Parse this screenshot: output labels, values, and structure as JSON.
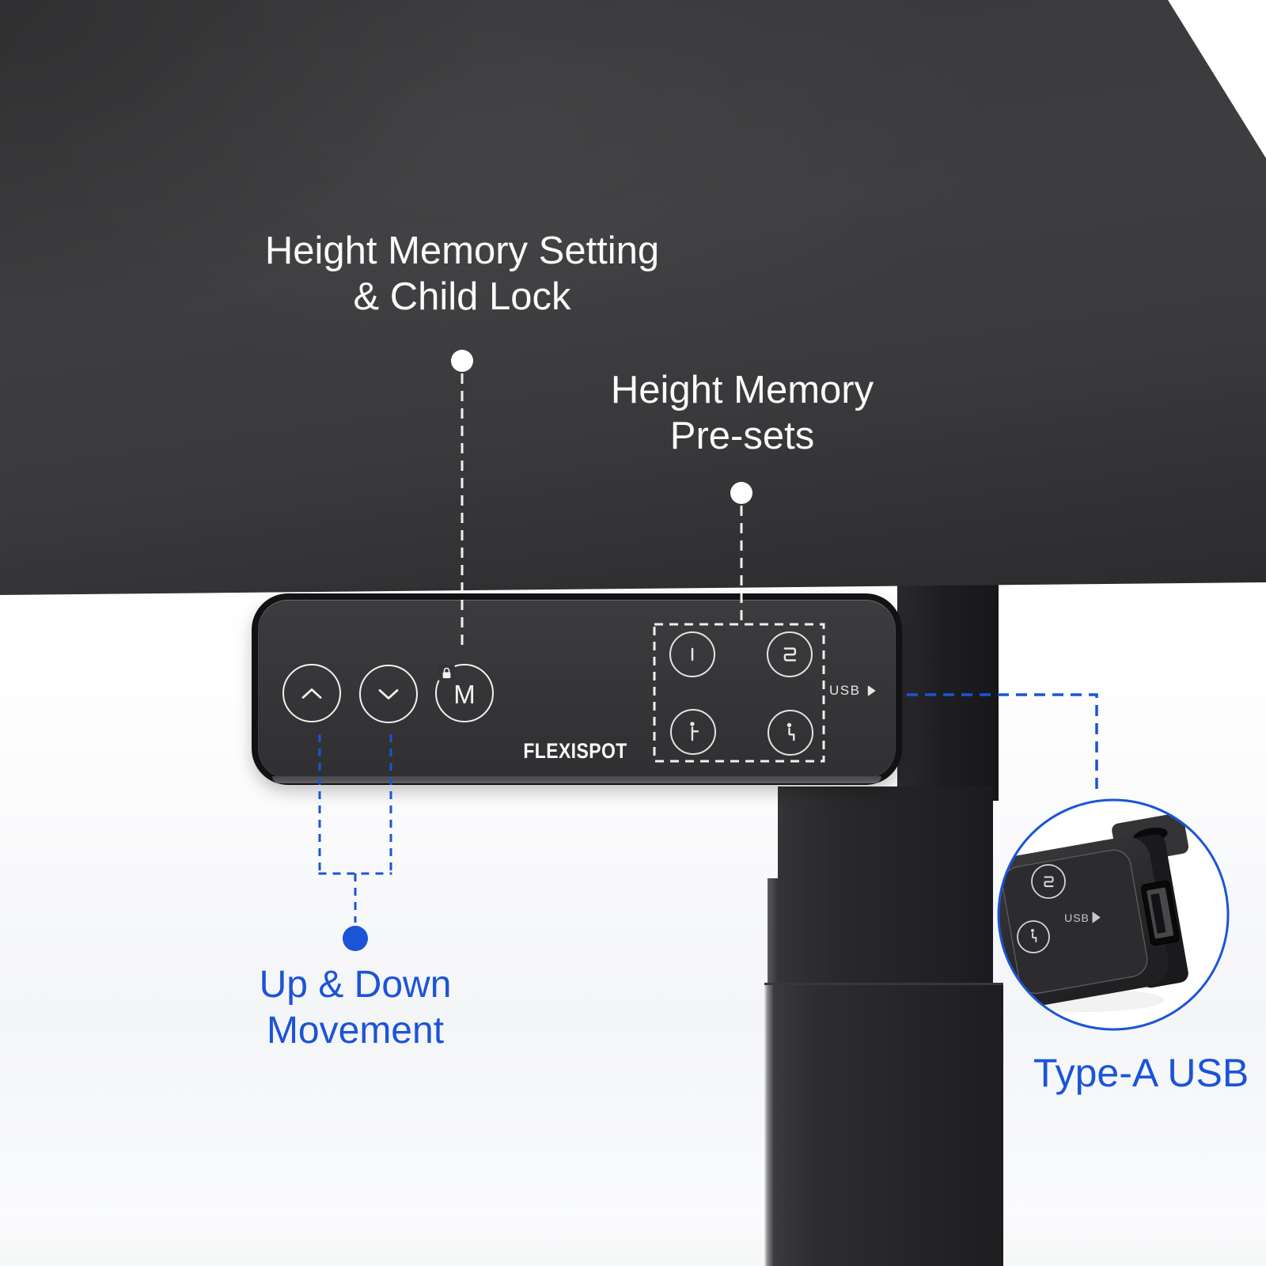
{
  "callouts": {
    "memory_setting": {
      "line1": "Height Memory Setting",
      "line2": "& Child Lock"
    },
    "memory_presets": {
      "line1": "Height Memory",
      "line2": "Pre-sets"
    },
    "up_down": {
      "line1": "Up & Down",
      "line2": "Movement"
    },
    "type_a_usb": "Type-A USB"
  },
  "panel": {
    "brand": "FLEXISPOT",
    "memory_label": "M",
    "usb_label": "USB",
    "preset_1": "1",
    "preset_2": "2"
  },
  "inset": {
    "usb_label": "USB",
    "preset_2": "2"
  },
  "icons": {
    "up": "chevron-up",
    "down": "chevron-down",
    "lock": "padlock",
    "stand": "standing-person",
    "sit": "sitting-person",
    "usb_arrow": "triangle-right"
  },
  "colors": {
    "accent_blue": "#1b54d6",
    "callout_white": "#fbfbfb",
    "desk_surface": "#333335",
    "panel_face": "#353537",
    "leg": "#232325",
    "inset_ring": "#1b54d6"
  }
}
